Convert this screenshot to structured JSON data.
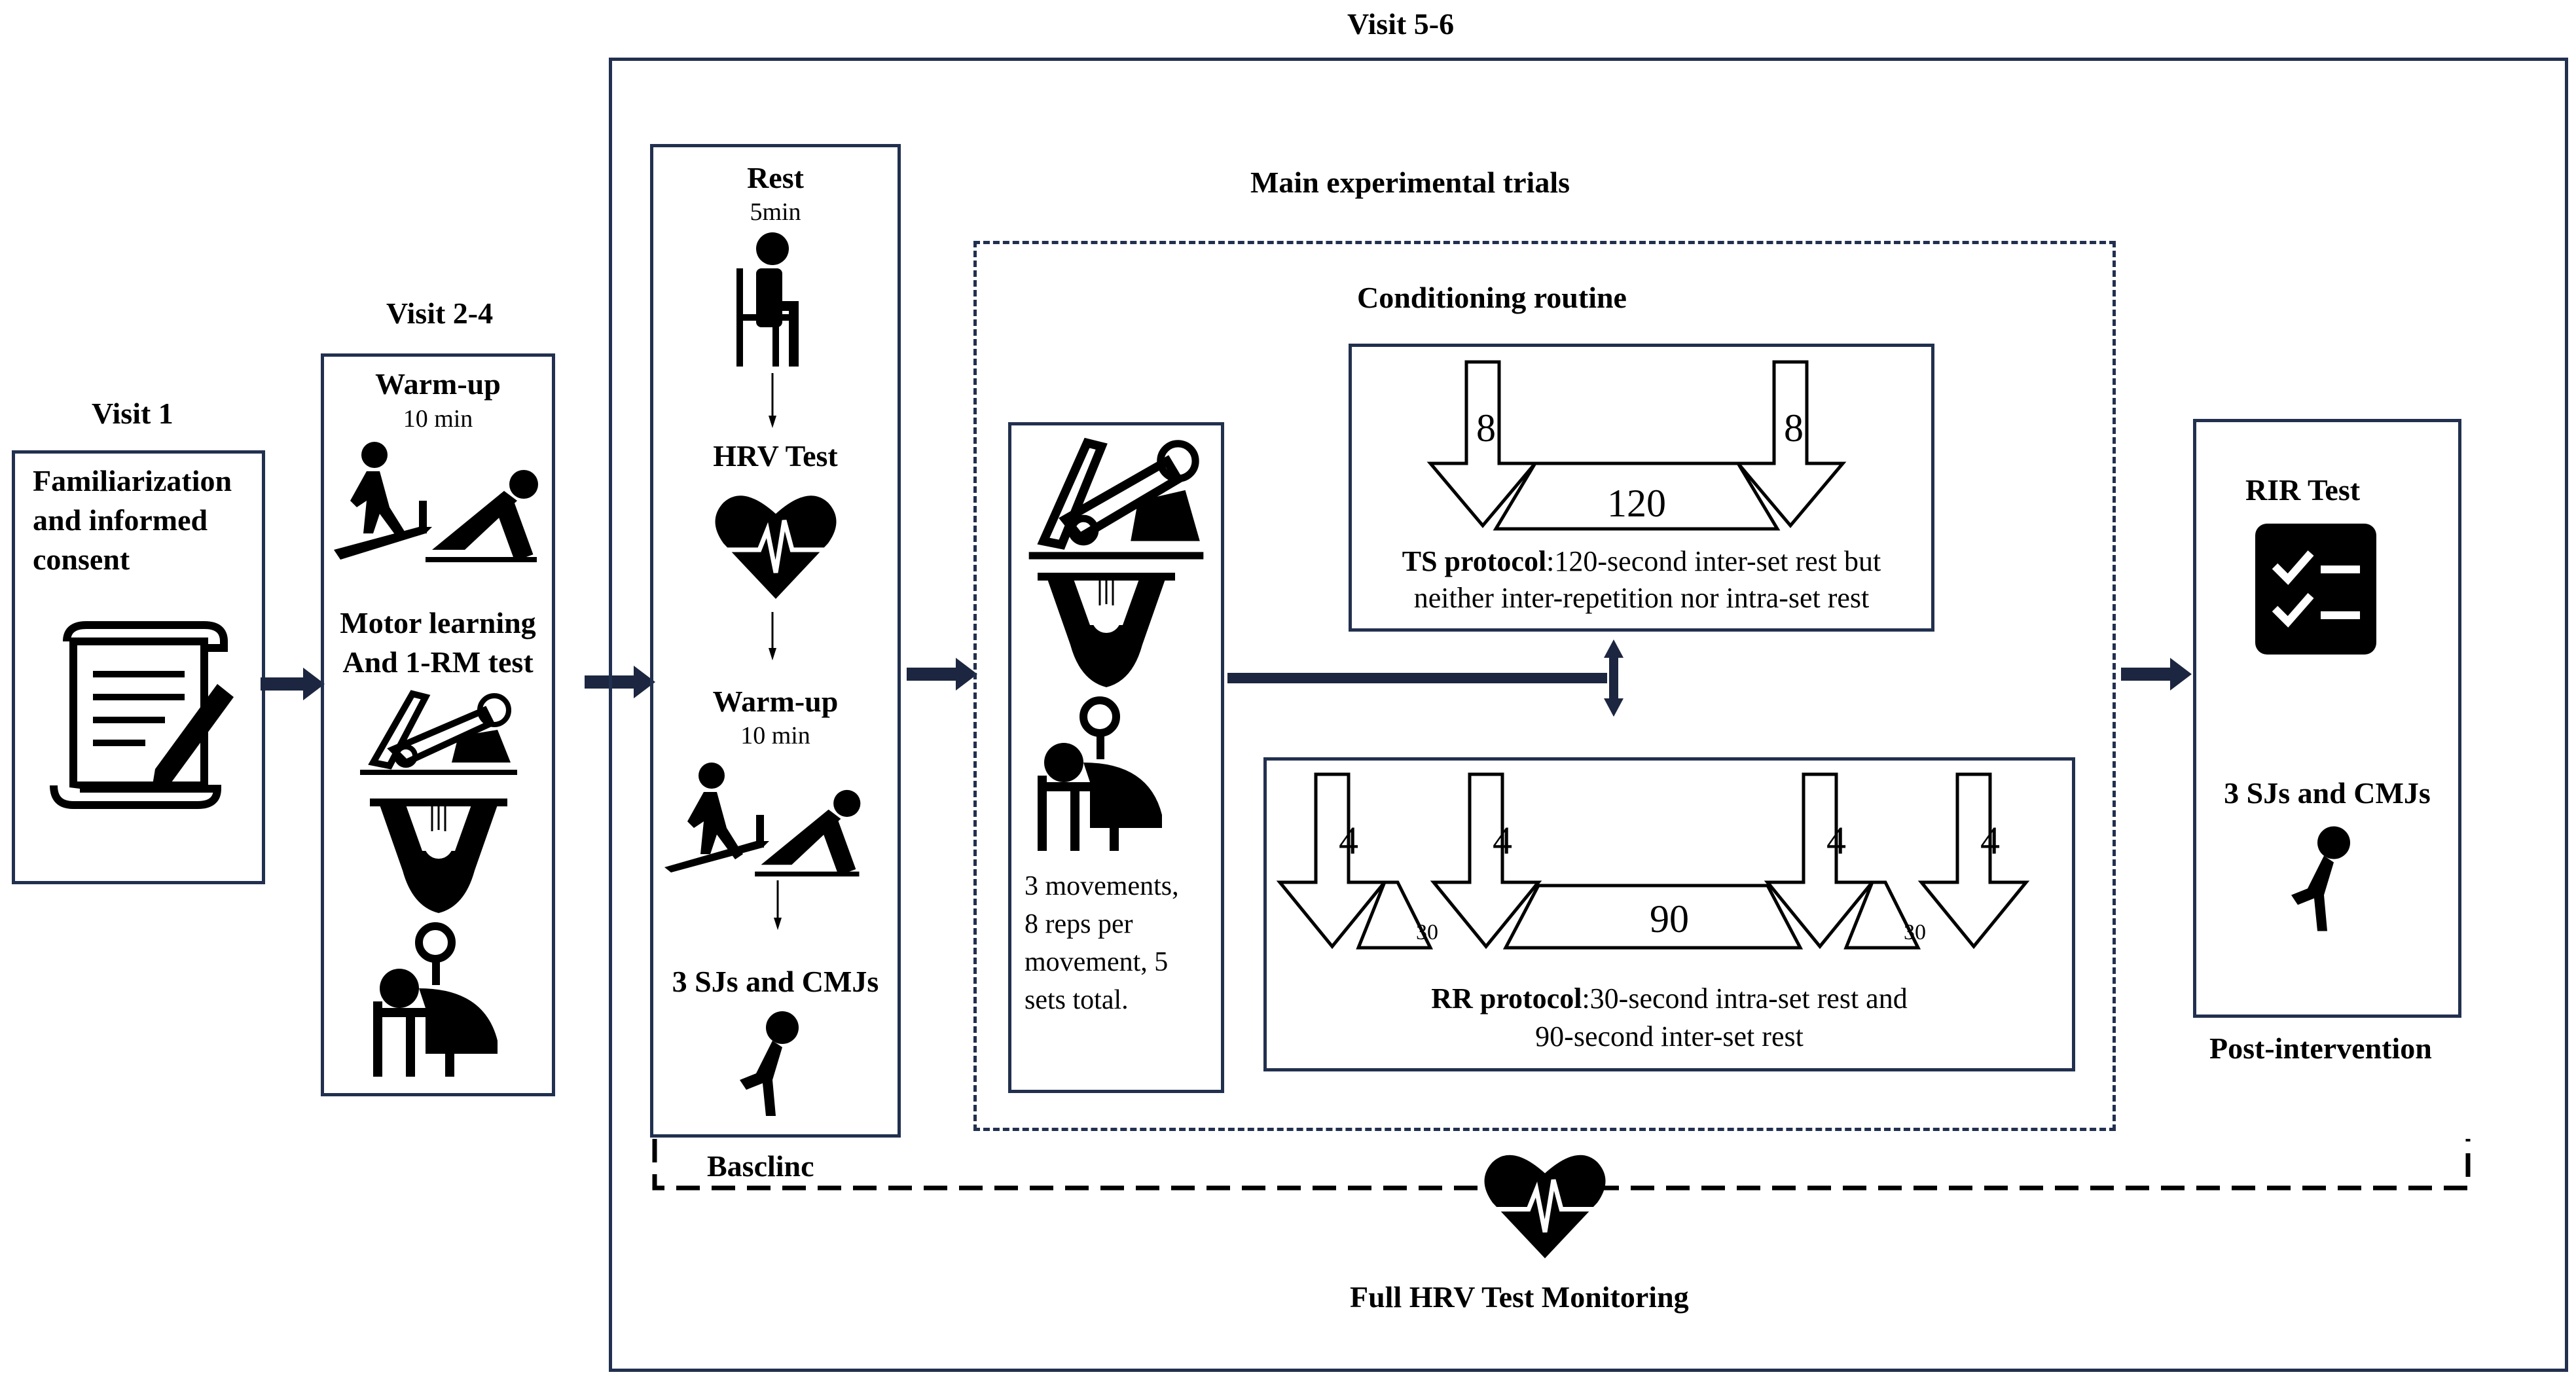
{
  "visits": {
    "v1": "Visit 1",
    "v24": "Visit 2-4",
    "v56": "Visit 5-6"
  },
  "visit1": {
    "lines": [
      "Familiarization",
      "and informed",
      "consent"
    ]
  },
  "visit24": {
    "warmup_title": "Warm-up",
    "warmup_time": "10 min",
    "motor_line1": "Motor learning",
    "motor_line2": "And 1-RM test"
  },
  "baseline": {
    "rest_title": "Rest",
    "rest_time": "5min",
    "hrv_title": "HRV Test",
    "warmup_title": "Warm-up",
    "warmup_time": "10 min",
    "jumps": "3 SJs and CMJs",
    "label": "Basclinc"
  },
  "main": {
    "title": "Main experimental trials",
    "conditioning": "Conditioning routine",
    "movements": [
      "3 movements,",
      "8 reps per",
      "movement, 5",
      "sets total."
    ]
  },
  "ts": {
    "left_count": "8",
    "right_count": "8",
    "rest": "120",
    "protocol_bold": "TS protocol",
    "protocol_text1": ":120-second inter-set rest but",
    "protocol_text2": "neither inter-repetition nor intra-set rest"
  },
  "rr": {
    "counts": [
      "4",
      "4",
      "4",
      "4"
    ],
    "intra_rest_1": "30",
    "inter_rest": "90",
    "intra_rest_2": "30",
    "protocol_bold": "RR protocol",
    "protocol_text1": ":30-second intra-set rest and",
    "protocol_text2": "90-second inter-set rest"
  },
  "post": {
    "rir": "RIR Test",
    "jumps": "3 SJs and CMJs",
    "label": "Post-intervention"
  },
  "monitoring": {
    "label": "Full HRV Test Monitoring"
  },
  "colors": {
    "frame": "#22304f",
    "arrow": "#1c2640",
    "icon": "#000000"
  }
}
